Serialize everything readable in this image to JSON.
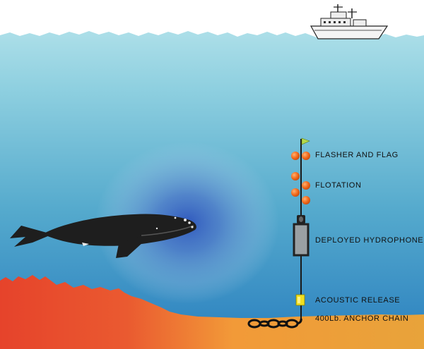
{
  "labels": {
    "flasher_and_flag": "FLASHER AND FLAG",
    "flotation": "FLOTATION",
    "deployed_hydrophone": "DEPLOYED  HYDROPHONE",
    "acoustic_release": "ACOUSTIC RELEASE",
    "anchor_chain": "400Lb. ANCHOR CHAIN"
  },
  "colors": {
    "sky": "#ffffff",
    "water_top": "#b9e6ec",
    "water_bottom": "#2f86c2",
    "seafloor_red": "#e8452a",
    "seafloor_orange": "#f29a38",
    "sound_wave": "#3a5cc0",
    "buoy": "#f26a1b",
    "flag": "#b6d94a",
    "release": "#f2e020",
    "whale": "#1e1e1e"
  },
  "icons": {
    "ship": "ship-icon",
    "whale": "whale-illustration",
    "buoy": "float-buoy-icon",
    "flag": "flag-icon",
    "hydrophone": "hydrophone-icon",
    "release": "acoustic-release-icon",
    "chain": "anchor-chain-icon"
  }
}
